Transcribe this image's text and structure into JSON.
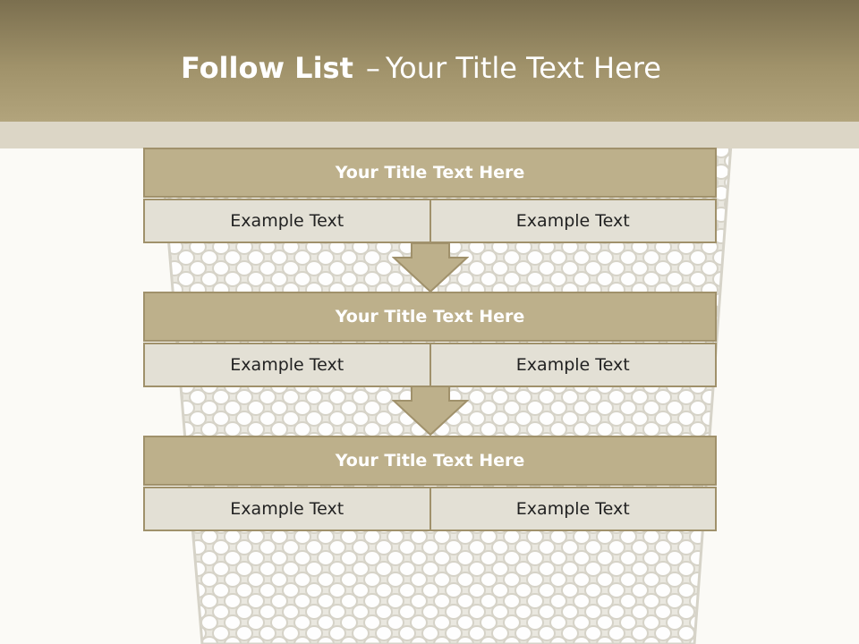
{
  "slide": {
    "title_bold": "Follow List",
    "title_separator": "–",
    "title_rest": "Your Title Text Here"
  },
  "colors": {
    "header": "#a0926a",
    "block_title_fill": "#bdb08b",
    "block_cell_fill": "#e3e0d5",
    "border": "#a0916b"
  },
  "blocks": [
    {
      "title": "Your Title Text Here",
      "left": "Example Text",
      "right": "Example Text"
    },
    {
      "title": "Your Title Text Here",
      "left": "Example Text",
      "right": "Example Text"
    },
    {
      "title": "Your Title Text Here",
      "left": "Example Text",
      "right": "Example Text"
    }
  ]
}
